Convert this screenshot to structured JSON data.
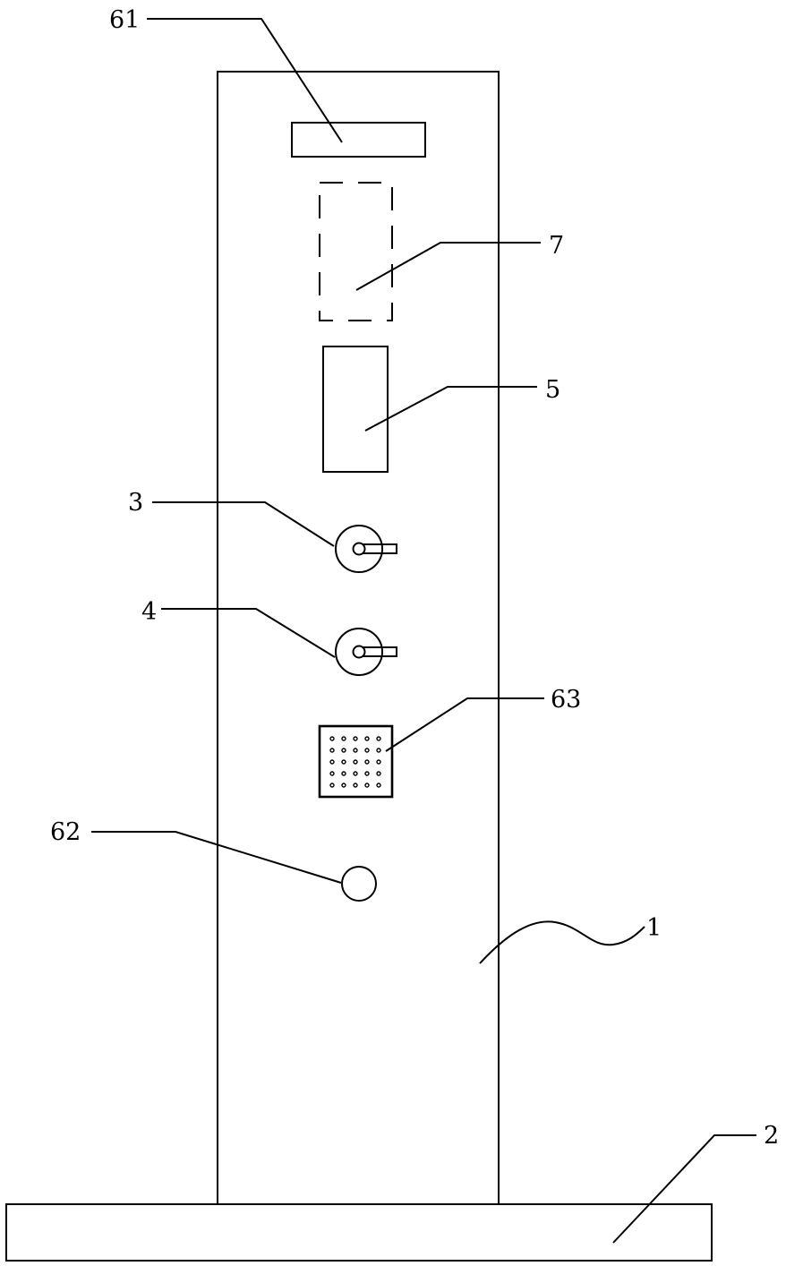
{
  "figure": {
    "type": "patent-drawing",
    "line_color": "#000000",
    "background": "#ffffff"
  },
  "labels": {
    "l61": "61",
    "l7": "7",
    "l5": "5",
    "l3": "3",
    "l4": "4",
    "l63": "63",
    "l62": "62",
    "l1": "1",
    "l2": "2"
  },
  "components": [
    {
      "ref": "1",
      "name": "main-column-body"
    },
    {
      "ref": "2",
      "name": "base-plate"
    },
    {
      "ref": "3",
      "name": "knob-switch-upper"
    },
    {
      "ref": "4",
      "name": "knob-switch-lower"
    },
    {
      "ref": "5",
      "name": "rectangular-panel"
    },
    {
      "ref": "7",
      "name": "hidden-component-dashed"
    },
    {
      "ref": "61",
      "name": "display-window"
    },
    {
      "ref": "62",
      "name": "round-button"
    },
    {
      "ref": "63",
      "name": "speaker-grille"
    }
  ],
  "grille": {
    "rows": 5,
    "cols": 5
  }
}
